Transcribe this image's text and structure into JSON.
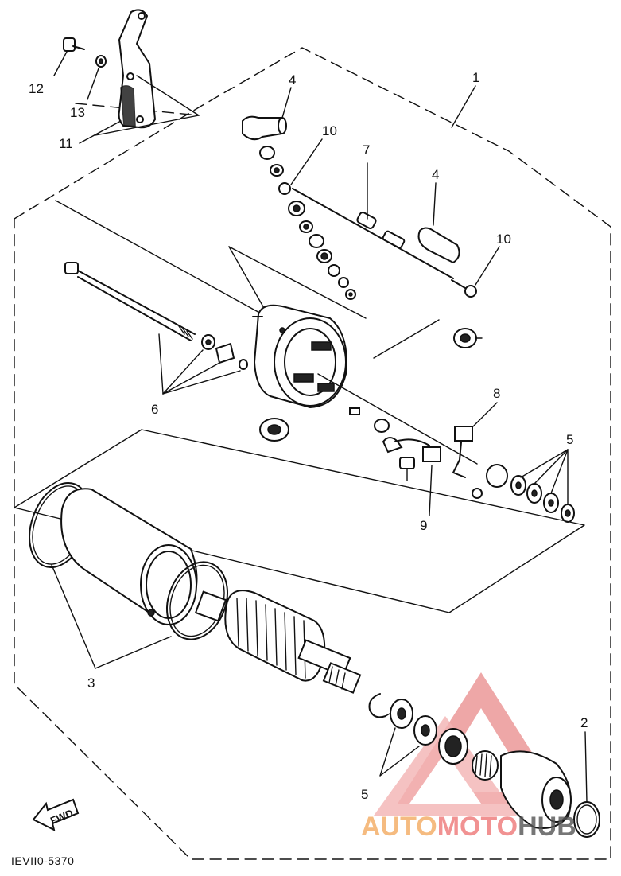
{
  "diagram": {
    "callouts": {
      "c1": "1",
      "c2": "2",
      "c3": "3",
      "c4a": "4",
      "c4b": "4",
      "c5a": "5",
      "c5b": "5",
      "c6": "6",
      "c7": "7",
      "c8": "8",
      "c9": "9",
      "c10a": "10",
      "c10b": "10",
      "c11": "11",
      "c12": "12",
      "c13": "13"
    },
    "fwd_label": "FWD",
    "diagram_code": "IEVII0-5370"
  },
  "watermark": {
    "part1": "AUTO",
    "part2": "MOTO",
    "part3": "HUB",
    "colors": {
      "orange": "#f4a259",
      "red": "#e53935",
      "dark": "#333333"
    }
  }
}
